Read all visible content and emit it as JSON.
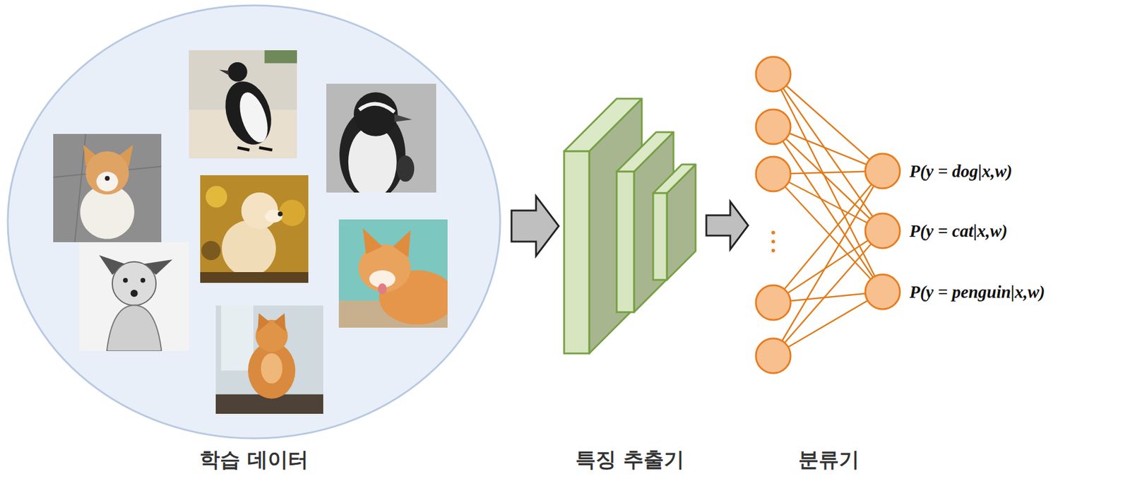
{
  "diagram": {
    "nodes": [
      {
        "text": [
          "학습 데이터"
        ]
      },
      {
        "text": [
          "특징 추출기"
        ]
      },
      {
        "text": [
          "분류기"
        ]
      }
    ],
    "edges": [
      {
        "from": 0,
        "to": 1,
        "arrow": "to"
      },
      {
        "from": 1,
        "to": 2,
        "arrow": "to"
      }
    ],
    "labels": [
      "P(y = dog|x,w)",
      "P(y = cat|x,w)",
      "P(y = penguin|x,w)"
    ]
  }
}
